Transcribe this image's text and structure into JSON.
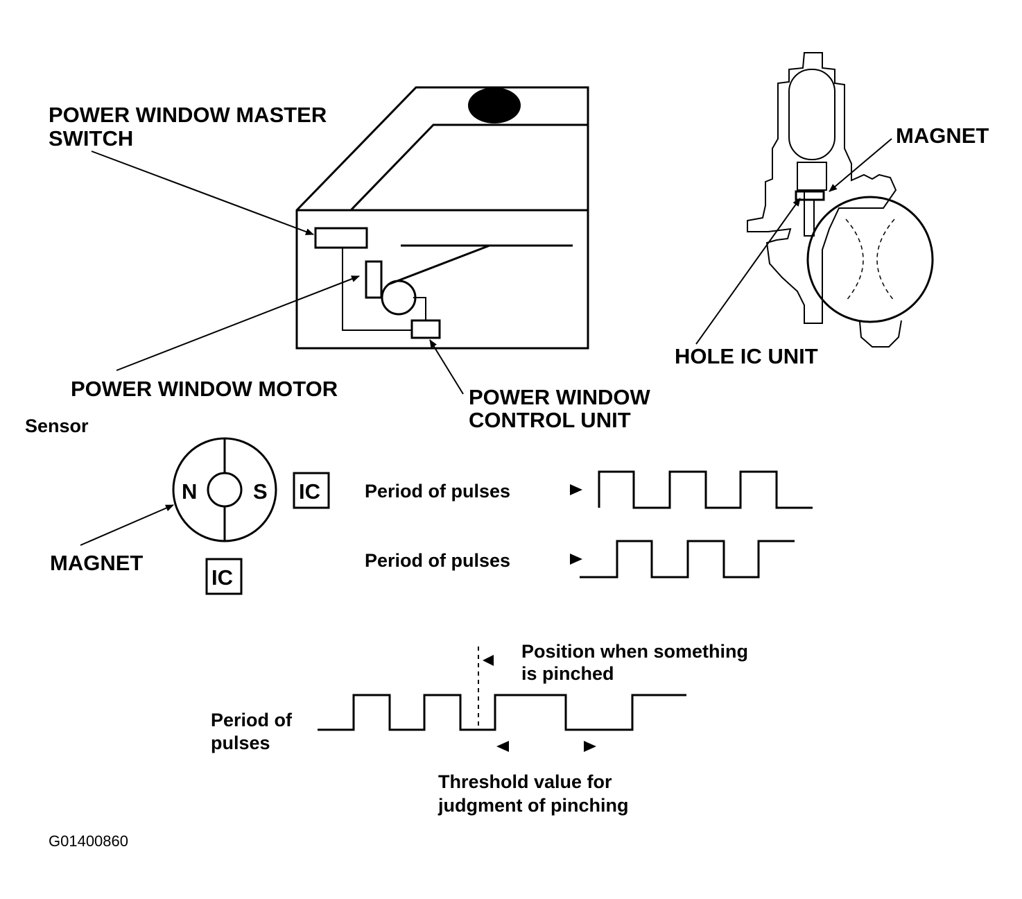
{
  "labels": {
    "master_switch_line1": "POWER WINDOW MASTER",
    "master_switch_line2": "SWITCH",
    "motor": "POWER WINDOW MOTOR",
    "control_unit_line1": "POWER WINDOW",
    "control_unit_line2": "CONTROL UNIT",
    "magnet_top": "MAGNET",
    "hole_ic_unit": "HOLE IC UNIT",
    "sensor": "Sensor",
    "pole_n": "N",
    "pole_s": "S",
    "ic_right": "IC",
    "ic_bottom": "IC",
    "magnet_sensor": "MAGNET",
    "pulses_1": "Period of pulses",
    "pulses_2": "Period of pulses",
    "pinched_line1": "Position when something",
    "pinched_line2": "is pinched",
    "pulses_3_line1": "Period of",
    "pulses_3_line2": "pulses",
    "threshold_line1": "Threshold value for",
    "threshold_line2": "judgment of pinching",
    "figure_code": "G01400860"
  }
}
